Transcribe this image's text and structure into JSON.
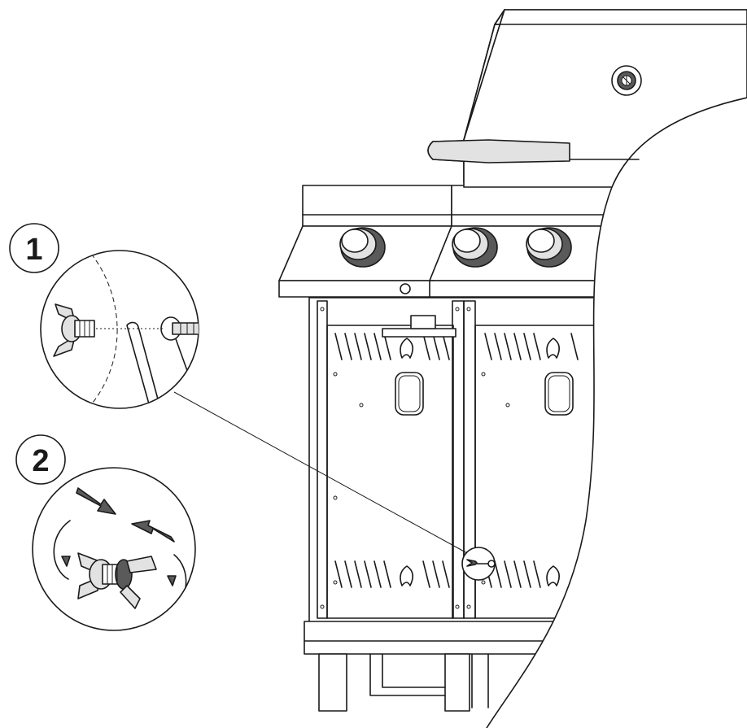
{
  "steps": [
    {
      "number": "1"
    },
    {
      "number": "2"
    }
  ],
  "parts": {
    "wing_nut": "wing-nut",
    "bolt": "bolt",
    "cart_panel": "cart-panel"
  },
  "colors": {
    "line": "#1a1a1a",
    "background": "#ffffff"
  }
}
